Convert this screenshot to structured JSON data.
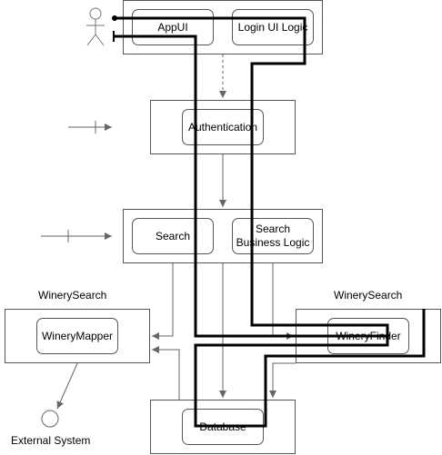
{
  "top_group": {
    "app_ui": "AppUI",
    "login_ui_logic": "Login UI Logic"
  },
  "auth_group": {
    "authentication": "Authentication"
  },
  "search_group": {
    "search": "Search",
    "search_business_logic_line1": "Search",
    "search_business_logic_line2": "Business Logic"
  },
  "left_container": {
    "title": "WinerySearch",
    "winery_mapper": "WineryMapper"
  },
  "right_container": {
    "title": "WinerySearch",
    "winery_finder": "WineryFinder"
  },
  "database_group": {
    "database": "Database"
  },
  "external_system": {
    "label": "External System"
  },
  "colors": {
    "line": "#000000",
    "arrow": "#666666",
    "border": "#555555"
  }
}
